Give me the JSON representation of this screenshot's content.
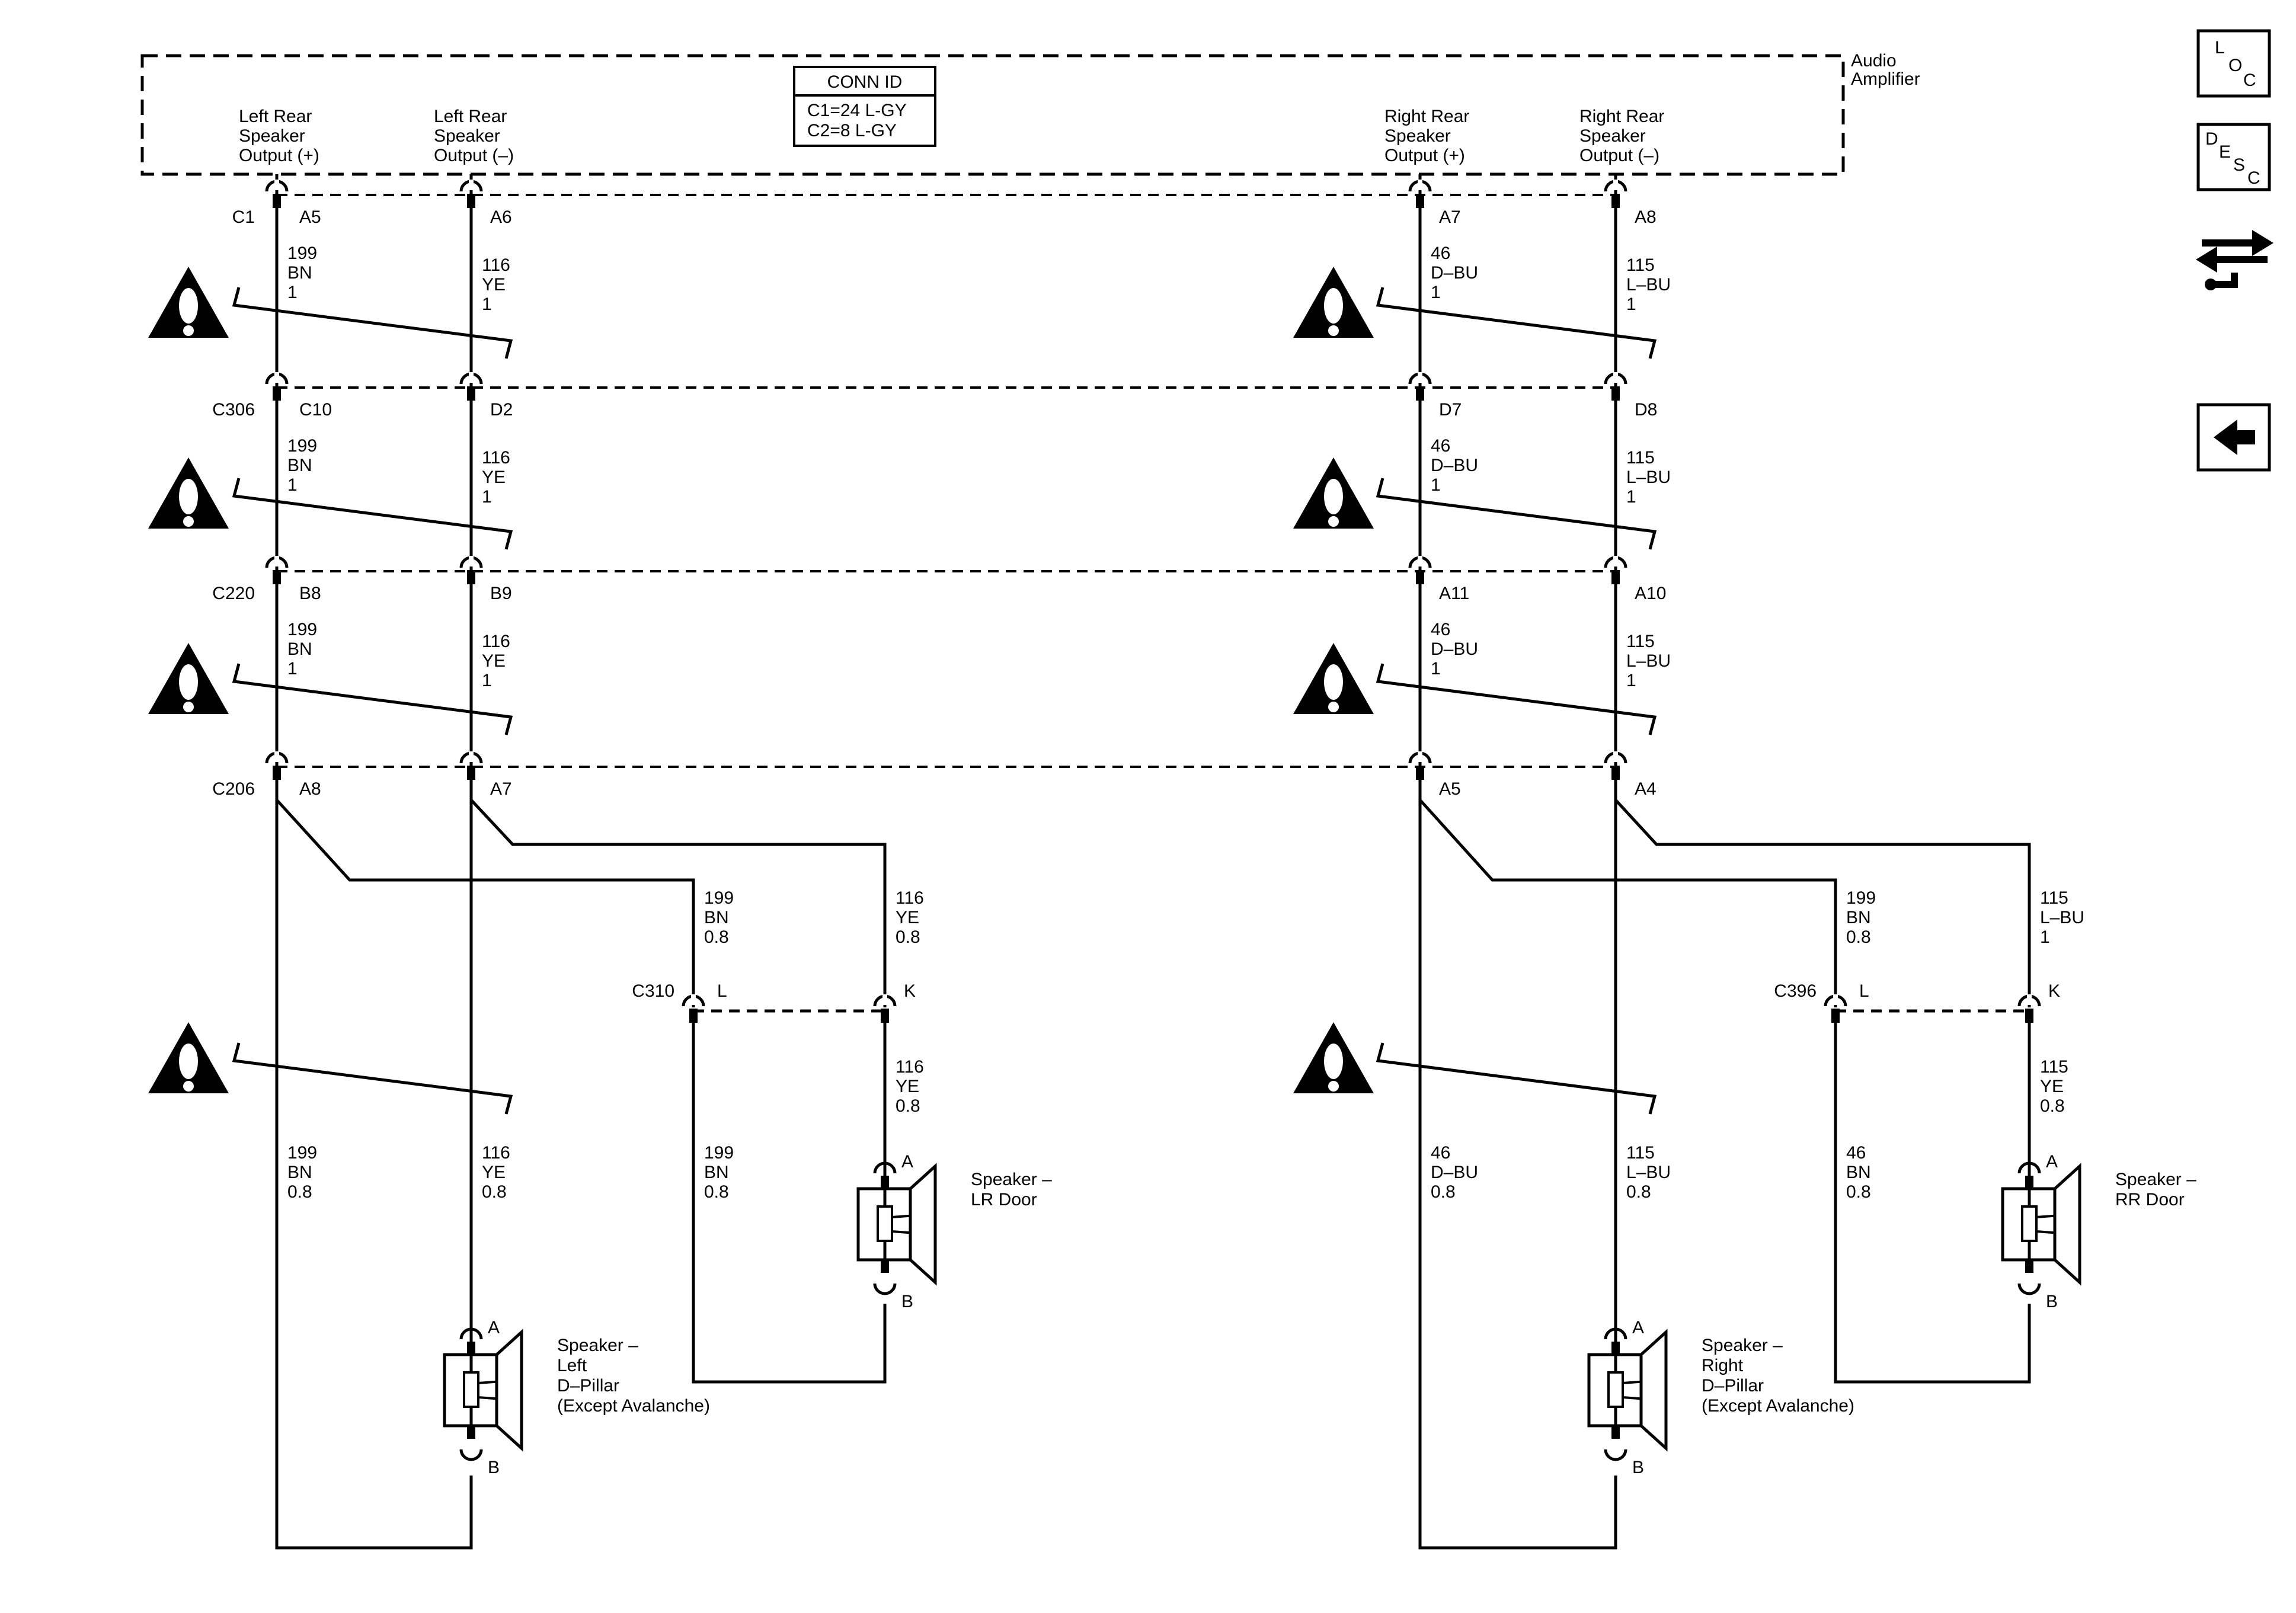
{
  "module": {
    "name_lines": [
      "Audio",
      "Amplifier"
    ]
  },
  "conn_id": {
    "title": "CONN ID",
    "lines": [
      "C1=24 L-GY",
      "C2=8 L-GY"
    ]
  },
  "outputs": [
    {
      "lines": [
        "Left Rear",
        "Speaker",
        "Output (+)"
      ]
    },
    {
      "lines": [
        "Left Rear",
        "Speaker",
        "Output (–)"
      ]
    },
    {
      "lines": [
        "Right Rear",
        "Speaker",
        "Output (+)"
      ]
    },
    {
      "lines": [
        "Right Rear",
        "Speaker",
        "Output (–)"
      ]
    }
  ],
  "connectors": [
    {
      "name": "C1",
      "pins": [
        "A5",
        "A6",
        "A7",
        "A8"
      ]
    },
    {
      "name": "C306",
      "pins": [
        "C10",
        "D2",
        "D7",
        "D8"
      ]
    },
    {
      "name": "C220",
      "pins": [
        "B8",
        "B9",
        "A11",
        "A10"
      ]
    },
    {
      "name": "C206",
      "pins": [
        "A8",
        "A7",
        "A5",
        "A4"
      ]
    }
  ],
  "segments": [
    [
      [
        "199",
        "BN",
        "1"
      ],
      [
        "116",
        "YE",
        "1"
      ],
      [
        "46",
        "D–BU",
        "1"
      ],
      [
        "115",
        "L–BU",
        "1"
      ]
    ],
    [
      [
        "199",
        "BN",
        "1"
      ],
      [
        "116",
        "YE",
        "1"
      ],
      [
        "46",
        "D–BU",
        "1"
      ],
      [
        "115",
        "L–BU",
        "1"
      ]
    ],
    [
      [
        "199",
        "BN",
        "1"
      ],
      [
        "116",
        "YE",
        "1"
      ],
      [
        "46",
        "D–BU",
        "1"
      ],
      [
        "115",
        "L–BU",
        "1"
      ]
    ]
  ],
  "left_lower": {
    "branch_neg": [
      "199",
      "BN",
      "0.8"
    ],
    "branch_pos": [
      "116",
      "YE",
      "0.8"
    ],
    "door_conn": {
      "name": "C310",
      "pin_l": "L",
      "pin_r": "K"
    },
    "after_conn_pos": [
      "116",
      "YE",
      "0.8"
    ],
    "after_conn_neg": [
      "199",
      "BN",
      "0.8"
    ],
    "pillar_neg": [
      "199",
      "BN",
      "0.8"
    ],
    "pillar_pos": [
      "116",
      "YE",
      "0.8"
    ],
    "door_speaker": {
      "pin_a": "A",
      "pin_b": "B",
      "lines": [
        "Speaker –",
        "LR Door"
      ]
    },
    "pillar_speaker": {
      "pin_a": "A",
      "pin_b": "B",
      "lines": [
        "Speaker –",
        "Left",
        "D–Pillar",
        "(Except Avalanche)"
      ]
    }
  },
  "right_lower": {
    "branch_neg": [
      "199",
      "BN",
      "0.8"
    ],
    "branch_pos": [
      "115",
      "L–BU",
      "1"
    ],
    "door_conn": {
      "name": "C396",
      "pin_l": "L",
      "pin_r": "K"
    },
    "after_conn_pos": [
      "115",
      "YE",
      "0.8"
    ],
    "after_conn_neg": [
      "46",
      "BN",
      "0.8"
    ],
    "pillar_neg": [
      "46",
      "D–BU",
      "0.8"
    ],
    "pillar_pos": [
      "115",
      "L–BU",
      "0.8"
    ],
    "door_speaker": {
      "pin_a": "A",
      "pin_b": "B",
      "lines": [
        "Speaker –",
        "RR Door"
      ]
    },
    "pillar_speaker": {
      "pin_a": "A",
      "pin_b": "B",
      "lines": [
        "Speaker –",
        "Right",
        "D–Pillar",
        "(Except Avalanche)"
      ]
    }
  },
  "nav": {
    "loc": [
      "L",
      "O",
      "C"
    ],
    "desc": [
      "D",
      "E",
      "S",
      "C"
    ],
    "back_icon": "arrow-left-icon",
    "cross_icon": "connector-swap-icon"
  }
}
